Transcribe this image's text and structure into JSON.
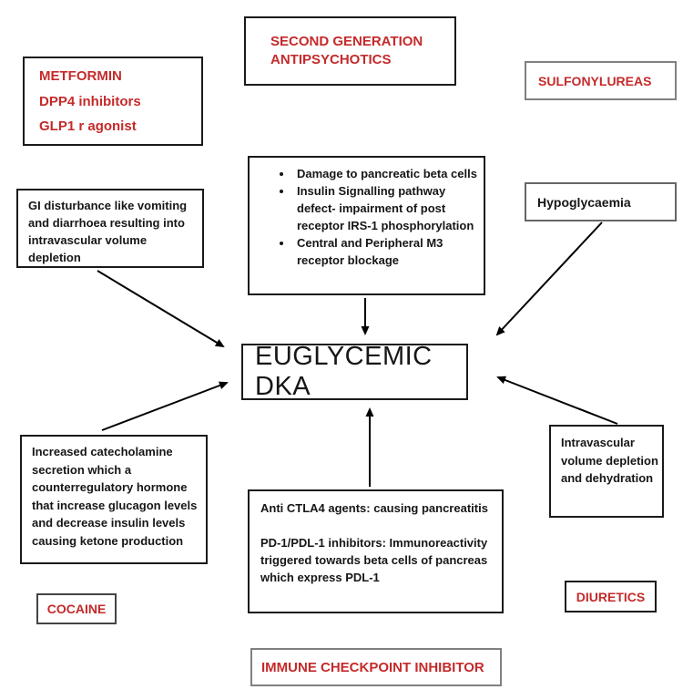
{
  "diagram": {
    "center_node": {
      "label": "EUGLYCEMIC DKA"
    },
    "drug_boxes": {
      "metformin_group": {
        "lines": [
          "METFORMIN",
          "DPP4 inhibitors",
          "GLP1 r agonist"
        ]
      },
      "antipsychotics": {
        "label": "SECOND GENERATION ANTIPSYCHOTICS"
      },
      "sulfonylureas": {
        "label": "SULFONYLUREAS"
      },
      "cocaine": {
        "label": "COCAINE"
      },
      "diuretics": {
        "label": "DIURETICS"
      },
      "immune_checkpoint": {
        "label": "IMMUNE CHECKPOINT INHIBITOR"
      }
    },
    "mechanism_boxes": {
      "gi_disturbance": {
        "text": "GI disturbance like vomiting and diarrhoea resulting into intravascular volume depletion"
      },
      "beta_cell_mechanisms": {
        "items": [
          "Damage to pancreatic beta cells",
          "Insulin Signalling pathway defect- impairment of post receptor IRS-1 phosphorylation",
          "Central and Peripheral M3 receptor blockage"
        ]
      },
      "hypoglycaemia": {
        "text": "Hypoglycaemia"
      },
      "catecholamine": {
        "text": "Increased catecholamine secretion which a counterregulatory hormone that increase glucagon levels and decrease insulin levels causing ketone production"
      },
      "immune_mechanism": {
        "paragraphs": [
          "Anti CTLA4 agents: causing pancreatitis",
          "PD-1/PDL-1 inhibitors: Immunoreactivity triggered towards beta cells of pancreas which express PDL-1"
        ]
      },
      "intravascular": {
        "text": "Intravascular volume depletion and dehydration"
      }
    },
    "colors": {
      "red_text": "#c52a2a",
      "black_text": "#161616",
      "arrow": "#000000"
    },
    "arrows": [
      {
        "name": "gi-to-dka",
        "from": "gi_disturbance",
        "to": "center_node"
      },
      {
        "name": "beta-mechanisms-to-dka",
        "from": "beta_cell_mechanisms",
        "to": "center_node"
      },
      {
        "name": "hypoglycaemia-to-dka",
        "from": "hypoglycaemia",
        "to": "center_node"
      },
      {
        "name": "catecholamine-to-dka",
        "from": "catecholamine",
        "to": "center_node"
      },
      {
        "name": "immune-mechanism-to-dka",
        "from": "immune_mechanism",
        "to": "center_node"
      },
      {
        "name": "intravascular-to-dka",
        "from": "intravascular",
        "to": "center_node"
      }
    ]
  }
}
